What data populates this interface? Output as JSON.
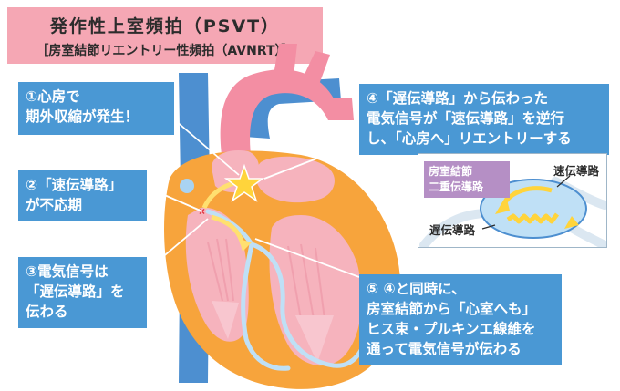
{
  "title": {
    "main": "発作性上室頻拍（PSVT）",
    "sub": "［房室結節リエントリー性頻拍（AVNRT）］"
  },
  "callouts": {
    "c1": [
      "①心房で",
      "期外収縮が発生！"
    ],
    "c2": [
      "②「速伝導路」",
      "が不応期"
    ],
    "c3": [
      "③電気信号は",
      "「遅伝導路」を",
      "伝わる"
    ],
    "c4": [
      "④「遅伝導路」から伝わった",
      "電気信号が「速伝導路」を逆行",
      "し、「心房へ」リエントリーする"
    ],
    "c5": [
      "⑤ ④と同時に、",
      "房室結節から「心室へも」",
      "ヒス束・プルキンエ線維を",
      "通って電気信号が伝わる"
    ]
  },
  "inset": {
    "label": [
      "房室結節",
      "二重伝導路"
    ],
    "fast_pathway": "速伝導路",
    "slow_pathway": "遅伝導路"
  },
  "colors": {
    "callout": "#4a98d4",
    "title_bg": "#f5a7b4",
    "heart_muscle": "#f7a43c",
    "heart_pink": "#f6b3bd",
    "vessel_blue": "#4d8fd0",
    "star": "#ffd43b"
  }
}
